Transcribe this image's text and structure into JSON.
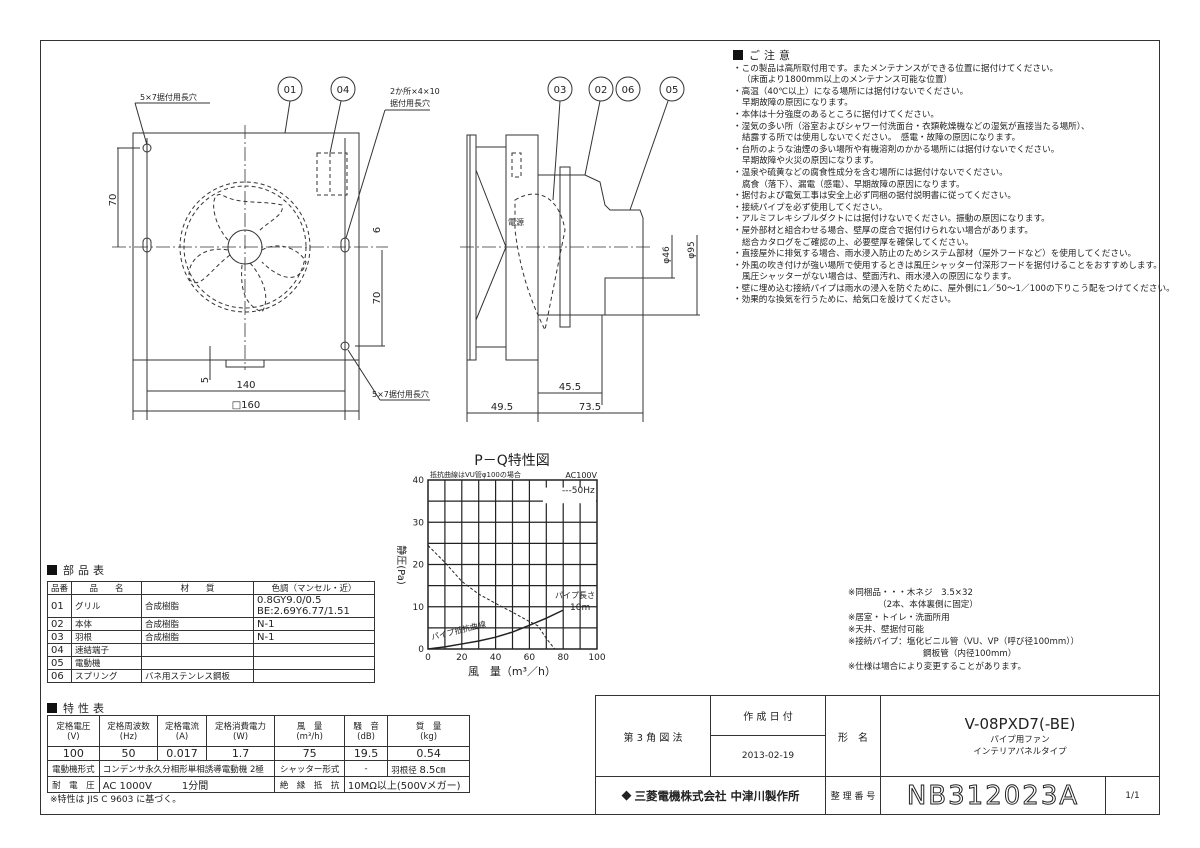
{
  "front_view": {
    "label_01": "01",
    "label_04": "04",
    "hole_note_top": "5×7据付用長穴",
    "hole_note_right_1": "2か所×4×10",
    "hole_note_right_2": "据付用長穴",
    "hole_note_bottom": "5×7据付用長穴",
    "dim_70_upper": "70",
    "dim_70_lower": "70",
    "dim_6": "6",
    "dim_5": "5",
    "dim_140": "140",
    "dim_160": "□160"
  },
  "side_view": {
    "label_03": "03",
    "label_02": "02",
    "label_06": "06",
    "label_05": "05",
    "power_label": "電源",
    "dim_46": "φ46",
    "dim_95": "φ95",
    "dim_45_5": "45.5",
    "dim_49_5": "49.5",
    "dim_73_5": "73.5"
  },
  "notes": {
    "heading": "ご注意",
    "lines": [
      "・この製品は高所取付用です。またメンテナンスができる位置に据付けてください。",
      "（床面より1800mm以上のメンテナンス可能な位置）",
      "・高温（40℃以上）になる場所には据付けないでください。",
      "早期故障の原因になります。",
      "・本体は十分強度のあるところに据付けてください。",
      "・湿気の多い所（浴室およびシャワー付洗面台・衣類乾燥機などの湿気が直接当たる場所）、",
      "結露する所では使用しないでください。　感電・故障の原因になります。",
      "・台所のような油煙の多い場所や有機溶剤のかかる場所には据付けないでください。",
      "早期故障や火災の原因になります。",
      "・温泉や硫黄などの腐食性成分を含む場所には据付けないでください。",
      "腐食（落下）、漏電（感電）、早期故障の原因になります。",
      "・据付および電気工事は安全上必ず同梱の据付説明書に従ってください。",
      "・接続パイプを必ず使用してください。",
      "・アルミフレキシブルダクトには据付けないでください。振動の原因になります。",
      "・屋外部材と組合わせる場合、壁厚の度合で据付けられない場合があります。",
      "総合カタログをご確認の上、必要壁厚を確保してください。",
      "・直接屋外に排気する場合、雨水浸入防止のためシステム部材（屋外フードなど）を使用してください。",
      "・外風の吹き付けが強い場所で使用するときは風圧シャッター付深形フードを据付けることをおすすめします。",
      "風圧シャッターがない場合は、壁面汚れ、雨水浸入の原因になります。",
      "・壁に埋め込む接続パイプは雨水の浸入を防ぐために、屋外側に1／50～1／100の下りこう配をつけてください。",
      "・効果的な換気を行うために、給気口を設けてください。"
    ]
  },
  "extra_notes": [
    "※同梱品・・・木ネジ　3.5×32",
    "（2本、本体裏側に固定）",
    "※居室・トイレ・洗面所用",
    "※天井、壁据付可能",
    "※接続パイプ：塩化ビニル管（VU、VP（呼び径100mm））",
    "鋼板管（内径100mm）",
    "※仕様は場合により変更することがあります。"
  ],
  "parts_table": {
    "heading": "部品表",
    "headers": [
      "品番",
      "品　　名",
      "材　　質",
      "色調（マンセル・近）"
    ],
    "rows": [
      [
        "01",
        "グリル",
        "合成樹脂",
        "0.8GY9.0/0.5",
        "BE:2.69Y6.77/1.51"
      ],
      [
        "02",
        "本体",
        "合成樹脂",
        "N-1",
        ""
      ],
      [
        "03",
        "羽根",
        "合成樹脂",
        "N-1",
        ""
      ],
      [
        "04",
        "速結端子",
        "",
        "",
        ""
      ],
      [
        "05",
        "電動機",
        "",
        "",
        ""
      ],
      [
        "06",
        "スプリング",
        "バネ用ステンレス鋼板",
        "",
        ""
      ]
    ]
  },
  "spec_table": {
    "heading": "特性表",
    "headers": [
      [
        "定格電圧",
        "(V)"
      ],
      [
        "定格周波数",
        "(Hz)"
      ],
      [
        "定格電流",
        "(A)"
      ],
      [
        "定格消費電力",
        "(W)"
      ],
      [
        "風　量",
        "(m³/h)"
      ],
      [
        "騒　音",
        "(dB)"
      ],
      [
        "質　量",
        "(kg)"
      ]
    ],
    "values": [
      "100",
      "50",
      "0.017",
      "1.7",
      "75",
      "19.5",
      "0.54"
    ],
    "motor_label": "電動機形式",
    "motor_value": "コンデンサ永久分相形単相誘導電動機 2極",
    "shutter_label": "シャッター形式",
    "shutter_value": "-",
    "blade_label": "羽根径",
    "blade_value": "8.5㎝",
    "voltage_label": "耐　電　圧",
    "voltage_value": "AC 1000V　　　1分間",
    "insulation_label": "絶　縁　抵　抗",
    "insulation_value": "10MΩ以上(500Vメガー)",
    "note": "※特性は JIS C 9603 に基づく。"
  },
  "chart_data": {
    "type": "line",
    "title": "P－Q特性図",
    "subtitle": "抵抗曲線はVU管φ100の場合",
    "condition": "AC100V",
    "xlabel": "風　量（m³／h）",
    "ylabel": "静圧(Pa)",
    "xlim": [
      0,
      100
    ],
    "ylim": [
      0,
      40
    ],
    "xticks": [
      0,
      20,
      40,
      60,
      80,
      100
    ],
    "yticks": [
      0,
      10,
      20,
      30,
      40
    ],
    "grid": true,
    "legend": "top-right",
    "series": [
      {
        "name": "50Hz",
        "style": "dashed",
        "x": [
          0,
          10,
          20,
          30,
          40,
          50,
          60,
          65,
          70,
          75
        ],
        "y": [
          24.5,
          20.5,
          16,
          13,
          10.8,
          8.7,
          6.5,
          5.5,
          2.5,
          0
        ]
      },
      {
        "name": "パイプ抵抗曲線",
        "style": "solid",
        "x": [
          0,
          10,
          20,
          30,
          40,
          50,
          60,
          70,
          80
        ],
        "y": [
          0,
          0.5,
          1.2,
          1.9,
          2.8,
          4,
          5.6,
          7.3,
          9.2
        ]
      }
    ],
    "annotations": [
      "パイプ長さ",
      "10m"
    ]
  },
  "title_block": {
    "projection": "第 3 角 図 法",
    "date_label": "作 成 日 付",
    "date": "2013-02-19",
    "model_label": "形　名",
    "model": "V-08PXD7(-BE)",
    "desc_1": "パイプ用ファン",
    "desc_2": "インテリアパネルタイプ",
    "company": "三菱電機株式会社 中津川製作所",
    "doc_no_label": "整 理 番 号",
    "doc_no": "NB312023A",
    "sheet": "1/1"
  }
}
